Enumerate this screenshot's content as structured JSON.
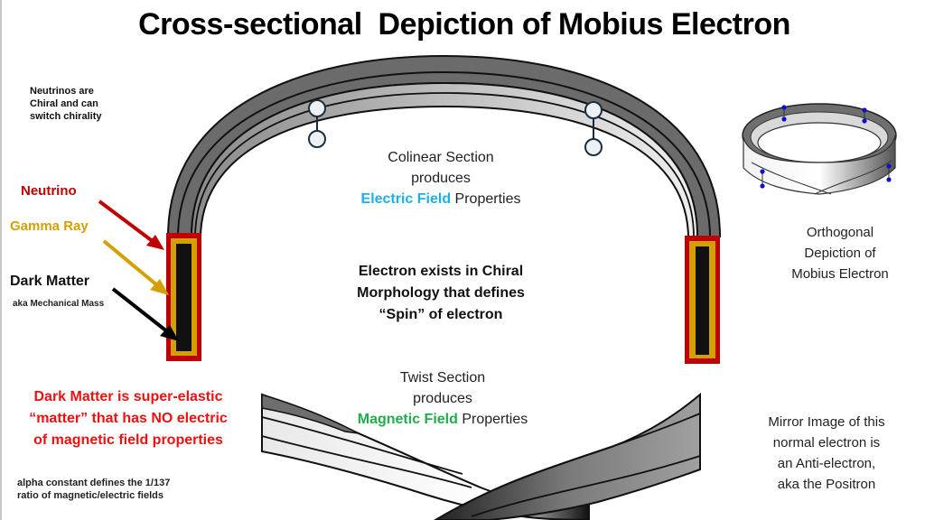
{
  "title": "Cross-sectional  Depiction of Mobius Electron",
  "notes": {
    "neutrino_chirality": [
      "Neutrinos are",
      "Chiral and can",
      "switch chirality"
    ],
    "alpha": [
      "alpha constant defines the 1/137",
      "ratio of magnetic/electric fields"
    ]
  },
  "layer_labels": {
    "neutrino": "Neutrino",
    "gamma_ray": "Gamma Ray",
    "dark_matter": "Dark Matter",
    "dark_matter_sub": "aka Mechanical Mass"
  },
  "dark_matter_note": [
    "Dark Matter is super-elastic",
    "“matter”  that has NO electric",
    "of magnetic field properties"
  ],
  "colinear": {
    "line1": "Colinear Section",
    "line2": "produces",
    "highlight": "Electric Field",
    "rest": " Properties"
  },
  "chiral": [
    "Electron exists in Chiral",
    "Morphology that defines",
    "“Spin” of electron"
  ],
  "twist": {
    "line1": "Twist Section",
    "line2": "produces",
    "highlight": "Magnetic Field",
    "rest": " Properties"
  },
  "orthogonal": [
    "Orthogonal",
    "Depiction of",
    "Mobius Electron"
  ],
  "mirror": [
    "Mirror Image of this",
    "normal electron is",
    "an Anti-electron,",
    "aka the Positron"
  ],
  "colors": {
    "neutrino": "#c00000",
    "gamma_ray": "#d4a000",
    "dark_matter": "#111111",
    "electric": "#1ab0e8",
    "magnetic": "#1fae4b",
    "note_red": "#ee1111",
    "dots": "#1010cc"
  }
}
